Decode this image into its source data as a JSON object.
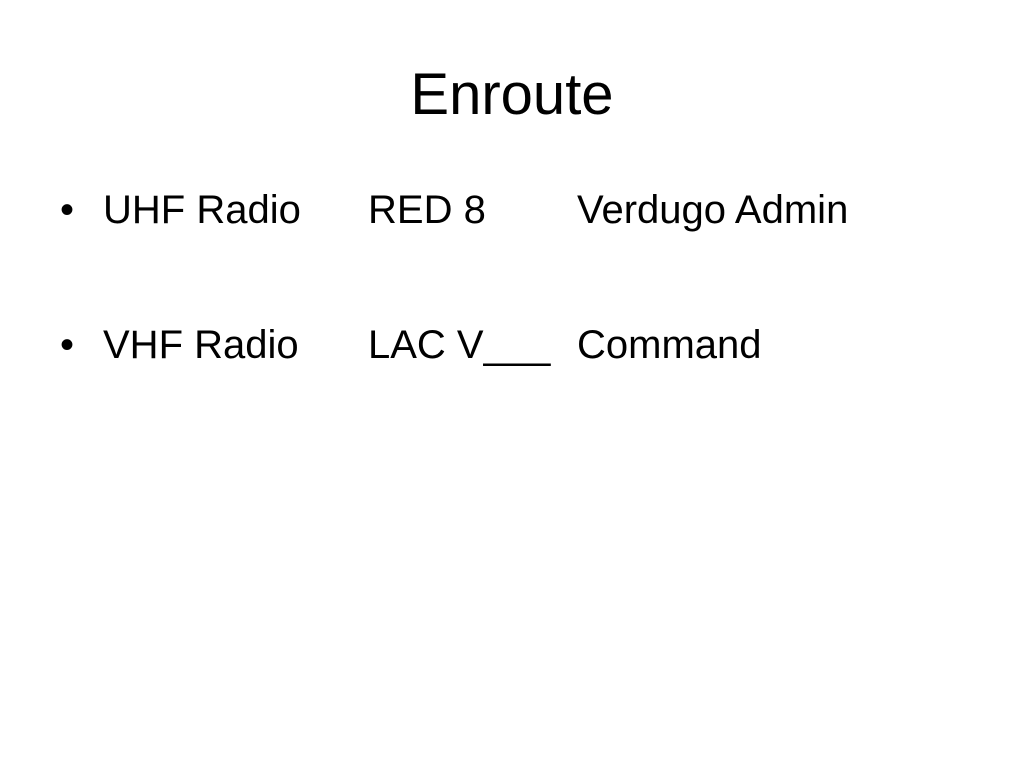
{
  "slide": {
    "background_color": "#ffffff",
    "text_color": "#000000",
    "title": "Enroute",
    "bullet_glyph": "•",
    "bullets": [
      {
        "col1": "UHF Radio",
        "col2": "RED 8",
        "col3": "Verdugo Admin"
      },
      {
        "col1": "VHF Radio",
        "col2": "LAC V___",
        "col3": "Command"
      }
    ]
  }
}
